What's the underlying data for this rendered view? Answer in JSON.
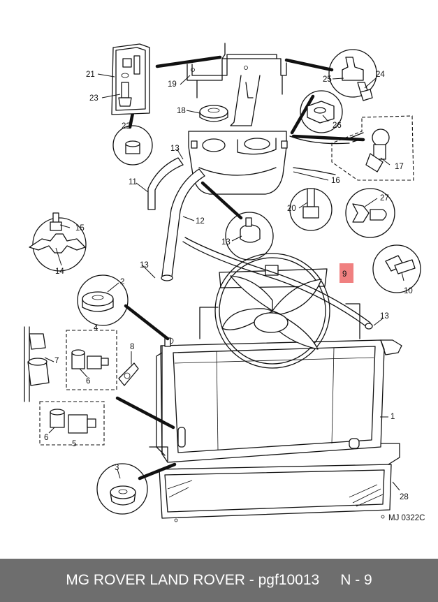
{
  "diagram": {
    "drawing_code": "MJ 0322C",
    "highlight_color": "#f08080",
    "callouts": {
      "c1": "1",
      "c2": "2",
      "c3": "3",
      "c4": "4",
      "c5": "5",
      "c6a": "6",
      "c6b": "6",
      "c7": "7",
      "c8": "8",
      "c9": "9",
      "c10": "10",
      "c11": "11",
      "c12": "12",
      "c13a": "13",
      "c13b": "13",
      "c13c": "13",
      "c13d": "13",
      "c14": "14",
      "c15": "15",
      "c16": "16",
      "c17": "17",
      "c18": "18",
      "c19": "19",
      "c20": "20",
      "c21": "21",
      "c22": "22",
      "c23": "23",
      "c24": "24",
      "c25": "25",
      "c26": "26",
      "c27": "27",
      "c28": "28"
    }
  },
  "footer": {
    "title": "MG ROVER LAND ROVER - pgf10013",
    "page": "N - 9"
  }
}
